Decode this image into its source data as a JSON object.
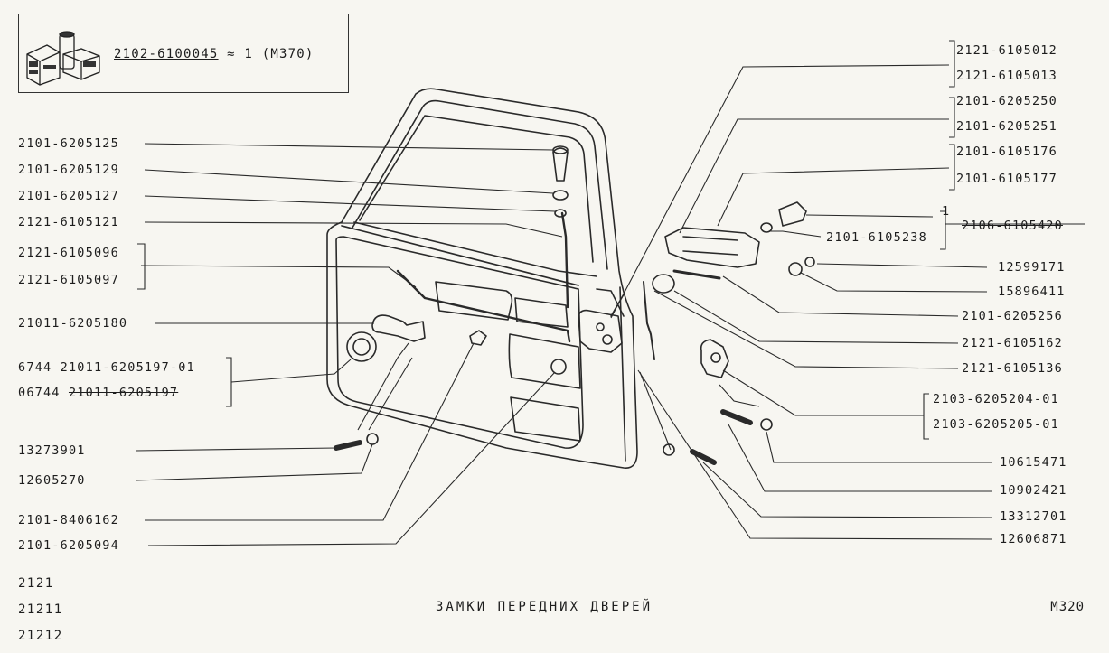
{
  "kit": {
    "number": "2102-6100045",
    "suffix": " ≈ 1  (M370)"
  },
  "labels_left": [
    "2101-6205125",
    "2101-6205129",
    "2101-6205127",
    "2121-6105121",
    "2121-6105096",
    "2121-6105097",
    "21011-6205180",
    "6744 21011-6205197-01",
    "06744 21011-6205197",
    "13273901",
    "12605270",
    "2101-8406162",
    "2101-6205094"
  ],
  "labels_right": [
    "2121-6105012",
    "2121-6105013",
    "2101-6205250",
    "2101-6205251",
    "2101-6105176",
    "2101-6105177",
    "1",
    "2106-6105420",
    "2101-6105238",
    "12599171",
    "15896411",
    "2101-6205256",
    "2121-6105162",
    "2121-6105136",
    "2103-6205204-01",
    "2103-6205205-01",
    "10615471",
    "10902421",
    "13312701",
    "12606871"
  ],
  "models": [
    "2121",
    "21211",
    "21212"
  ],
  "title": "ЗАМКИ ПЕРЕДНИХ ДВЕРЕЙ",
  "page_code": "М320"
}
